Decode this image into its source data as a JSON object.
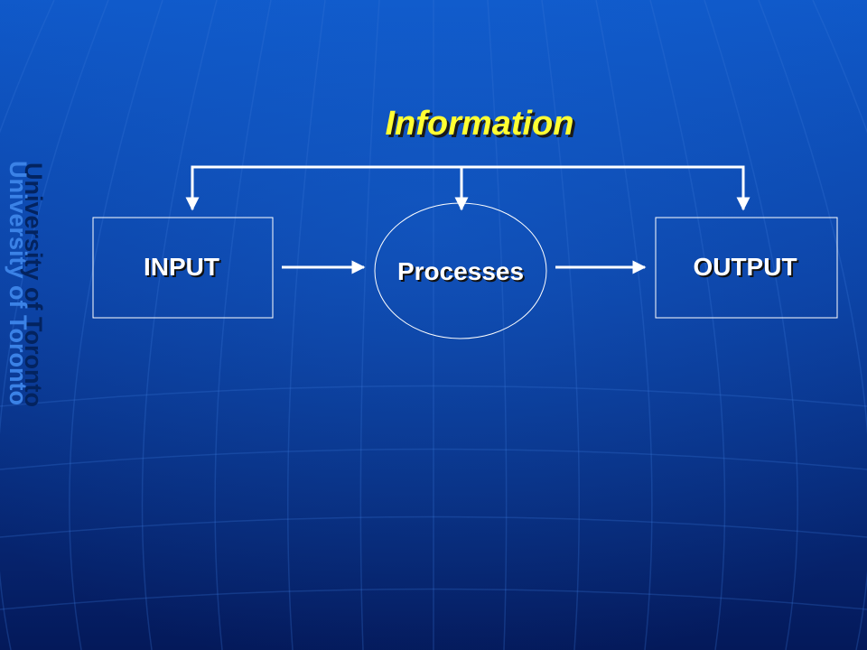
{
  "slide": {
    "title": "Information",
    "watermark": "University of Toronto"
  },
  "diagram": {
    "input_label": "INPUT",
    "process_label": "Processes",
    "output_label": "OUTPUT"
  },
  "colors": {
    "background_top": "#0f56c4",
    "background_bottom": "#041e63",
    "title": "#ffff33",
    "label": "#ffffff",
    "watermark": "#3a7fe0"
  }
}
